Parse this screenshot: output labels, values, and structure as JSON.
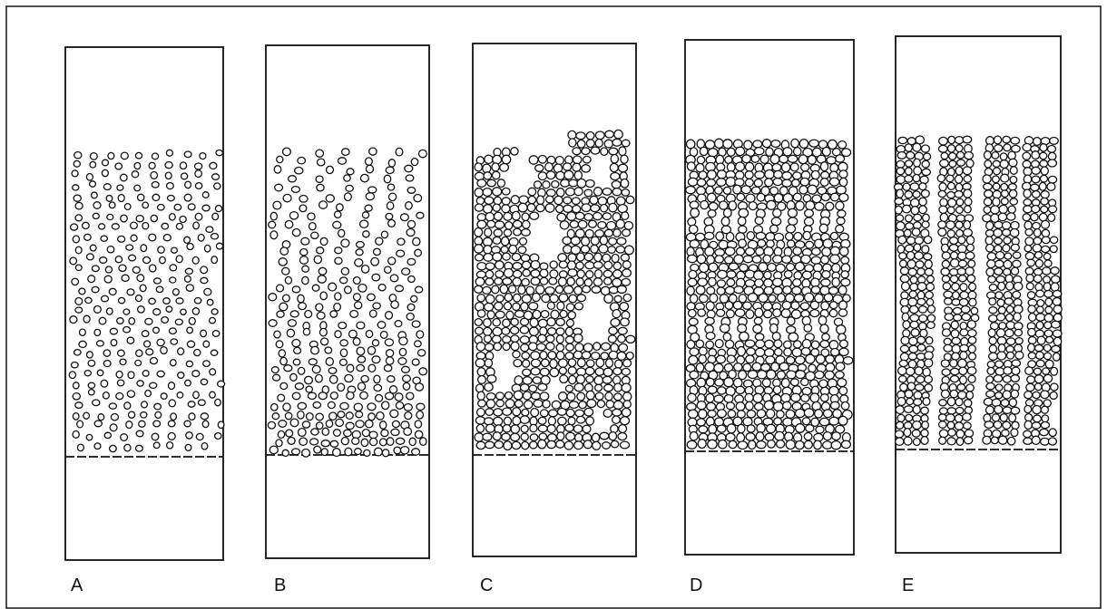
{
  "figure": {
    "panels": [
      {
        "label": "A",
        "pattern": "homogeneous-dispersed"
      },
      {
        "label": "B",
        "pattern": "graded-settling"
      },
      {
        "label": "C",
        "pattern": "packed-with-voids"
      },
      {
        "label": "D",
        "pattern": "horizontal-layers-with-bands"
      },
      {
        "label": "E",
        "pattern": "vertical-channels"
      }
    ],
    "colors": {
      "line": "#111111",
      "background": "#ffffff"
    }
  }
}
